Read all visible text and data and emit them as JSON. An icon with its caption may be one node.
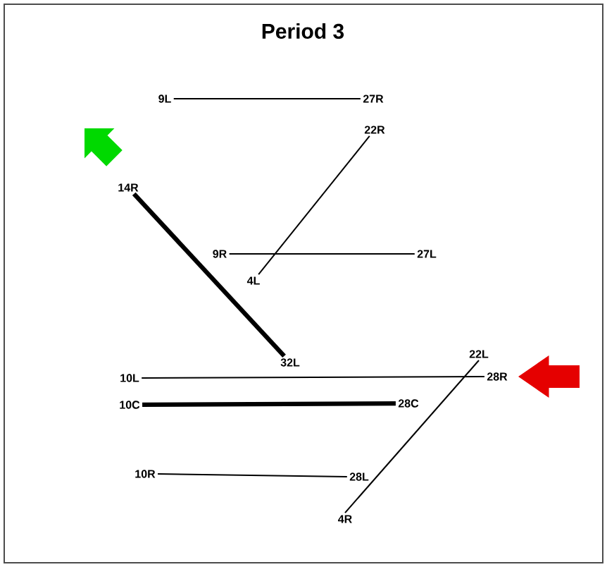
{
  "diagram": {
    "title": "Period 3",
    "nodes": [
      {
        "text": [
          "9L"
        ]
      },
      {
        "text": [
          "27R"
        ]
      },
      {
        "text": [
          "22R"
        ]
      },
      {
        "text": [
          "14R"
        ]
      },
      {
        "text": [
          "9R"
        ]
      },
      {
        "text": [
          "27L"
        ]
      },
      {
        "text": [
          "4L"
        ]
      },
      {
        "text": [
          "32L"
        ]
      },
      {
        "text": [
          "22L"
        ]
      },
      {
        "text": [
          "10L"
        ]
      },
      {
        "text": [
          "28R"
        ]
      },
      {
        "text": [
          "10C"
        ]
      },
      {
        "text": [
          "28C"
        ]
      },
      {
        "text": [
          "10R"
        ]
      },
      {
        "text": [
          "28L"
        ]
      },
      {
        "text": [
          "4R"
        ]
      }
    ],
    "edges": [
      {
        "from": 0,
        "to": 1,
        "arrow": "none"
      },
      {
        "from": 2,
        "to": 6,
        "arrow": "none"
      },
      {
        "from": 3,
        "to": 7,
        "arrow": "none",
        "style": "thick"
      },
      {
        "from": 4,
        "to": 5,
        "arrow": "none"
      },
      {
        "from": 9,
        "to": 10,
        "arrow": "none"
      },
      {
        "from": 8,
        "to": 15,
        "arrow": "none"
      },
      {
        "from": 11,
        "to": 12,
        "arrow": "none",
        "style": "thick"
      },
      {
        "from": 13,
        "to": 14,
        "arrow": "none"
      }
    ]
  }
}
